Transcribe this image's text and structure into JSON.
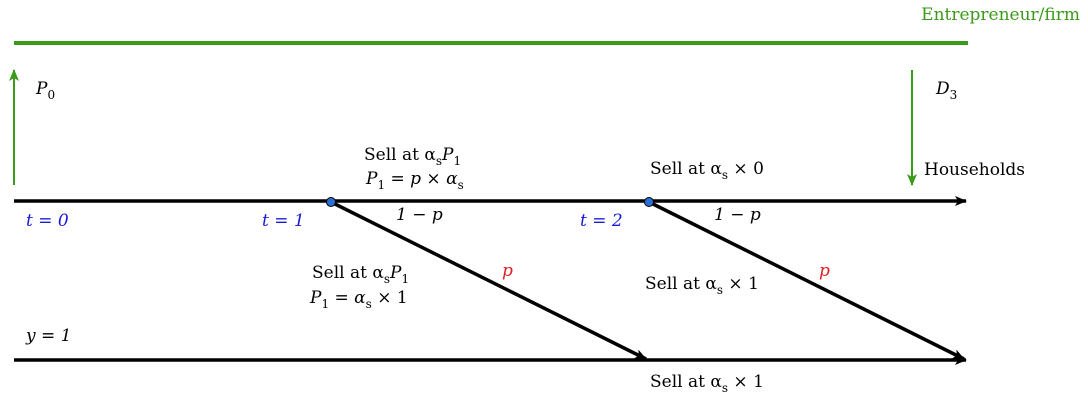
{
  "title": "Entrepreneur/firm",
  "households": "Households",
  "P0": "P",
  "P0_sub": "0",
  "D3": "D",
  "D3_sub": "3",
  "times": {
    "t0": "t = 0",
    "t1": "t = 1",
    "t2": "t = 2"
  },
  "y_label": "y = 1",
  "branch1": {
    "prob_up": "1 − p",
    "prob_down": "p",
    "upper_line1": "Sell at α",
    "upper_line1_sub": "s",
    "upper_line1_tail": "P",
    "upper_line1_tail_sub": "1",
    "upper_line2": "P",
    "upper_line2_sub": "1",
    "upper_line2_tail": " = p × α",
    "upper_line2_tail_sub": "s",
    "lower_line1": "Sell at α",
    "lower_line1_sub": "s",
    "lower_line1_tail": "P",
    "lower_line1_tail_sub": "1",
    "lower_line2": "P",
    "lower_line2_sub": "1",
    "lower_line2_tail": " = α",
    "lower_line2_tail_sub": "s",
    "lower_line2_end": " × 1"
  },
  "branch2": {
    "prob_up": "1 − p",
    "prob_down": "p",
    "upper": "Sell at α",
    "upper_sub": "s",
    "upper_tail": " × 0",
    "lower": "Sell at α",
    "lower_sub": "s",
    "lower_tail": " × 1"
  },
  "bottom_label": "Sell at α",
  "bottom_label_sub": "s",
  "bottom_label_tail": " × 1",
  "colors": {
    "green": "#3a9a1a",
    "blue": "#1a1ad6",
    "red": "#e02020",
    "node": "#2a6fd6",
    "black": "#000000"
  }
}
